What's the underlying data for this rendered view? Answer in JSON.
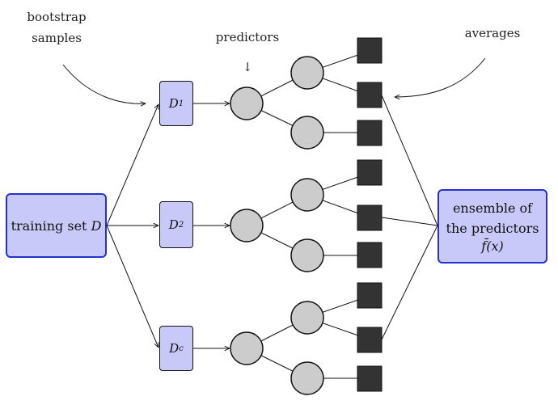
{
  "labels": {
    "bootstrap_line1": "bootstrap",
    "bootstrap_line2": "samples",
    "predictors": "predictors",
    "predictors_arrow": "↓",
    "averages": "averages"
  },
  "training_set": {
    "text": "training set",
    "var": "D"
  },
  "samples": [
    {
      "letter": "D",
      "sub": "1"
    },
    {
      "letter": "D",
      "sub": "2"
    },
    {
      "letter": "D",
      "sub": "c"
    }
  ],
  "ensemble": {
    "line1": "ensemble of",
    "line2": "the predictors",
    "line3": "f̄(x)"
  },
  "colors": {
    "box_fill": "#c9c9f9",
    "box_border": "#2233cc",
    "node_fill": "#cccccc",
    "leaf_fill": "#333333"
  }
}
